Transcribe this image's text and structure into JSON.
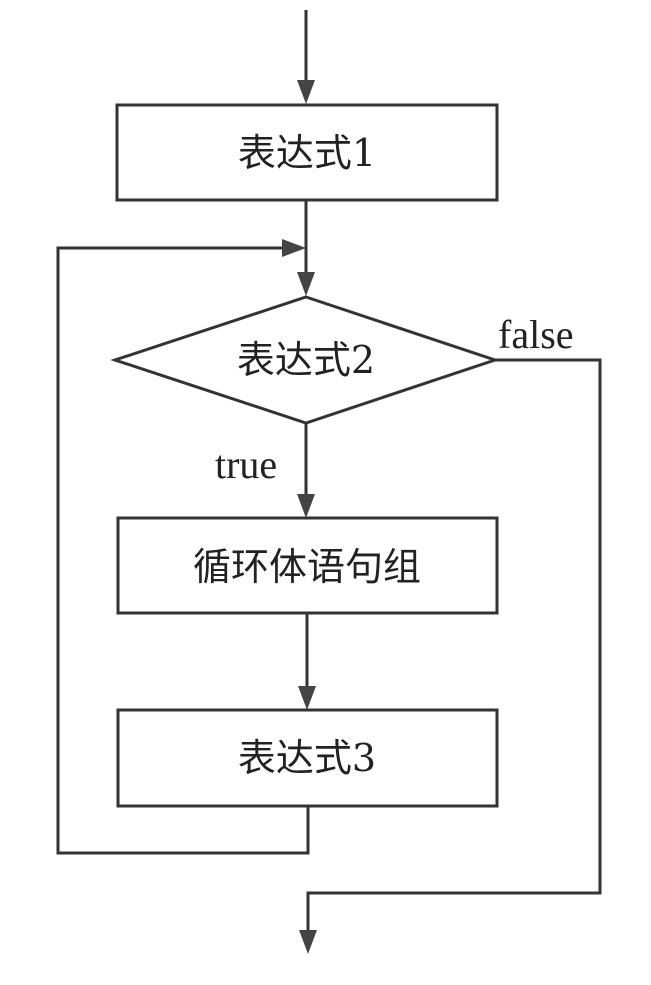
{
  "diagram": {
    "type": "flowchart",
    "title": "for loop flowchart",
    "nodes": [
      {
        "id": "expr1",
        "shape": "rectangle",
        "label": "表达式1"
      },
      {
        "id": "expr2",
        "shape": "diamond",
        "label": "表达式2"
      },
      {
        "id": "body",
        "shape": "rectangle",
        "label": "循环体语句组"
      },
      {
        "id": "expr3",
        "shape": "rectangle",
        "label": "表达式3"
      }
    ],
    "edges": [
      {
        "from": "start",
        "to": "expr1",
        "label": ""
      },
      {
        "from": "expr1",
        "to": "expr2",
        "label": ""
      },
      {
        "from": "expr2",
        "to": "body",
        "label": "true"
      },
      {
        "from": "body",
        "to": "expr3",
        "label": ""
      },
      {
        "from": "expr3",
        "to": "expr2",
        "label": ""
      },
      {
        "from": "expr2",
        "to": "end",
        "label": "false"
      }
    ],
    "labels": {
      "true": "true",
      "false": "false"
    }
  }
}
